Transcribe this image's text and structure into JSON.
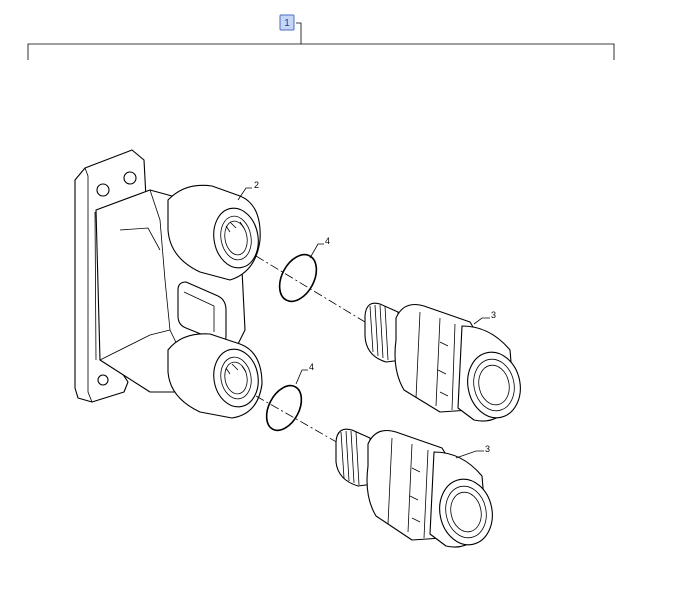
{
  "assembly": {
    "label": "1"
  },
  "callouts": [
    {
      "id": "flange-block",
      "number": "2"
    },
    {
      "id": "coupling-upper",
      "number": "3"
    },
    {
      "id": "coupling-lower",
      "number": "3"
    },
    {
      "id": "o-ring-upper",
      "number": "4"
    },
    {
      "id": "o-ring-lower",
      "number": "4"
    }
  ],
  "colors": {
    "highlight_fill": "#c8d6f5",
    "highlight_stroke": "#4a6fc7",
    "line": "#000000"
  }
}
